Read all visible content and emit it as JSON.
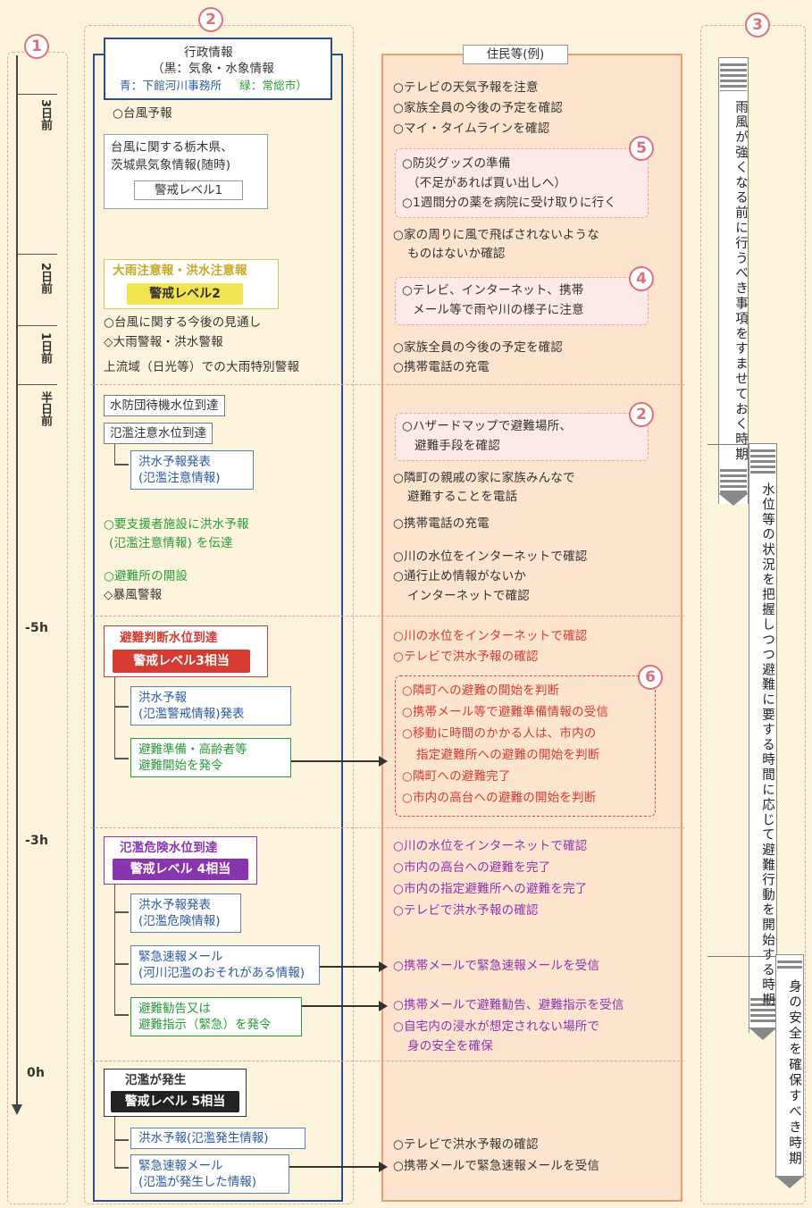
{
  "circles": {
    "c1": "1",
    "c2": "2",
    "c3": "3",
    "c4": "4",
    "c5": "5",
    "c2b": "2",
    "c6": "6"
  },
  "timeline": {
    "d3": "3日前",
    "d2": "2日前",
    "d1": "1日前",
    "half": "半日前",
    "h5": "-5h",
    "h3": "-3h",
    "h0": "0h"
  },
  "admin": {
    "title": "行政情報",
    "sub1": "（黒：気象・水象情報",
    "sub2a": "青：下館河川事務所",
    "sub2b": "緑：常総市）",
    "typhoon": "○台風予報",
    "tochigi1": "台風に関する栃木県、",
    "tochigi2": "茨城県気象情報(随時)",
    "lv1": "警戒レベル1",
    "heavy": "大雨注意報・洪水注意報",
    "lv2": "警戒レベル2",
    "outlook": "○台風に関する今後の見通し",
    "warn": "◇大雨警報・洪水警報",
    "upstream": "上流域（日光等）での大雨特別警報",
    "standby": "水防団待機水位到達",
    "caution": "氾濫注意水位到達",
    "fc1a": "洪水予報発表",
    "fc1b": "(氾濫注意情報)",
    "support1": "○要支援者施設に洪水予報",
    "support2": "(氾濫注意情報) を伝達",
    "shelter": "○避難所の開設",
    "storm": "◇暴風警報",
    "judge": "避難判断水位到達",
    "lv3": "警戒レベル3相当",
    "fc2a": "洪水予報",
    "fc2b": "(氾濫警戒情報)発表",
    "prep1": "避難準備・高齢者等",
    "prep2": "避難開始を発令",
    "danger": "氾濫危険水位到達",
    "lv4": "警戒レベル 4相当",
    "fc3a": "洪水予報発表",
    "fc3b": "(氾濫危険情報)",
    "em1a": "緊急速報メール",
    "em1b": "(河川氾濫のおそれがある情報)",
    "adv1": "避難勧告又は",
    "adv2": "避難指示（緊急）を発令",
    "flood": "氾濫が発生",
    "lv5": "警戒レベル 5相当",
    "fc4": "洪水予報(氾濫発生情報)",
    "em2a": "緊急速報メール",
    "em2b": "(氾濫が発生した情報)"
  },
  "res": {
    "title": "住民等(例)",
    "r1": "○テレビの天気予報を注意",
    "r2": "○家族全員の今後の予定を確認",
    "r3": "○マイ・タイムラインを確認",
    "r4": "○防災グッズの準備",
    "r5": "（不足があれば買い出しへ）",
    "r6": "○1週間分の薬を病院に受け取りに行く",
    "r7": "○家の周りに風で飛ばされないような",
    "r8": "ものはないか確認",
    "r9": "○テレビ、インターネット、携帯",
    "r10": "メール等で雨や川の様子に注意",
    "r11": "○家族全員の今後の予定を確認",
    "r12": "○携帯電話の充電",
    "r13": "○ハザードマップで避難場所、",
    "r14": "避難手段を確認",
    "r15": "○隣町の親戚の家に家族みんなで",
    "r16": "避難することを電話",
    "r17": "○携帯電話の充電",
    "r18": "○川の水位をインターネットで確認",
    "r19": "○通行止め情報がないか",
    "r20": "インターネットで確認",
    "r21": "○川の水位をインターネットで確認",
    "r22": "○テレビで洪水予報の確認",
    "r23": "○隣町への避難の開始を判断",
    "r24": "○携帯メール等で避難準備情報の受信",
    "r25": "○移動に時間のかかる人は、市内の",
    "r26": "指定避難所への避難の開始を判断",
    "r27": "○隣町への避難完了",
    "r28": "○市内の高台への避難の開始を判断",
    "r29": "○川の水位をインターネットで確認",
    "r30": "○市内の高台への避難を完了",
    "r31": "○市内の指定避難所への避難を完了",
    "r32": "○テレビで洪水予報の確認",
    "r33": "○携帯メールで緊急速報メールを受信",
    "r34": "○携帯メールで避難勧告、避難指示を受信",
    "r35": "○自宅内の浸水が想定されない場所で",
    "r36": "身の安全を確保",
    "r37": "○テレビで洪水予報の確認",
    "r38": "○携帯メールで緊急速報メールを受信"
  },
  "phase": {
    "p1": "雨風が強くなる前に行うべき事項をすませておく時期",
    "p2": "水位等の状況を把握しつつ避難に要する時間に応じて避難行動を開始する時期",
    "p3": "身の安全を確保すべき時期"
  },
  "colors": {
    "blue": "#2c4e8a",
    "green": "#2a9a3a",
    "red": "#d63a30",
    "purple": "#8a34b0",
    "orange": "#f09a70"
  }
}
